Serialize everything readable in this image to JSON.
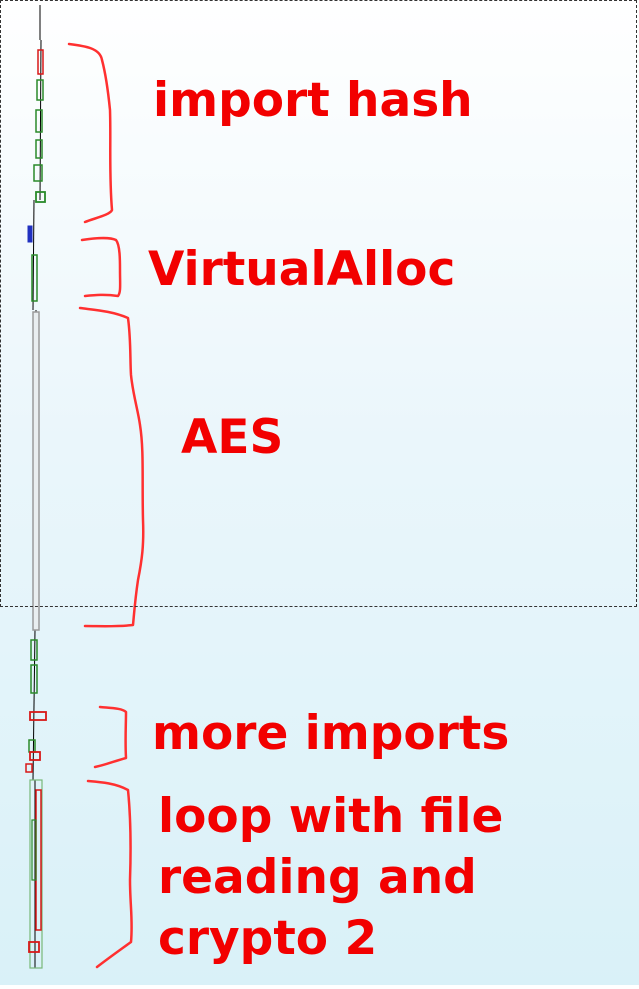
{
  "annotations": {
    "import_hash": "import hash",
    "virtualalloc": "VirtualAlloc",
    "aes": "AES",
    "more_imports": "more imports",
    "loop_line1": "loop with file",
    "loop_line2": "reading and",
    "loop_line3": "crypto 2"
  },
  "colors": {
    "annotation": "#f20000",
    "node_green": "#2a8a2a",
    "node_red": "#d81818",
    "node_blue": "#2030c0",
    "node_gray": "#9a9a9a",
    "selection_border": "#333333"
  }
}
